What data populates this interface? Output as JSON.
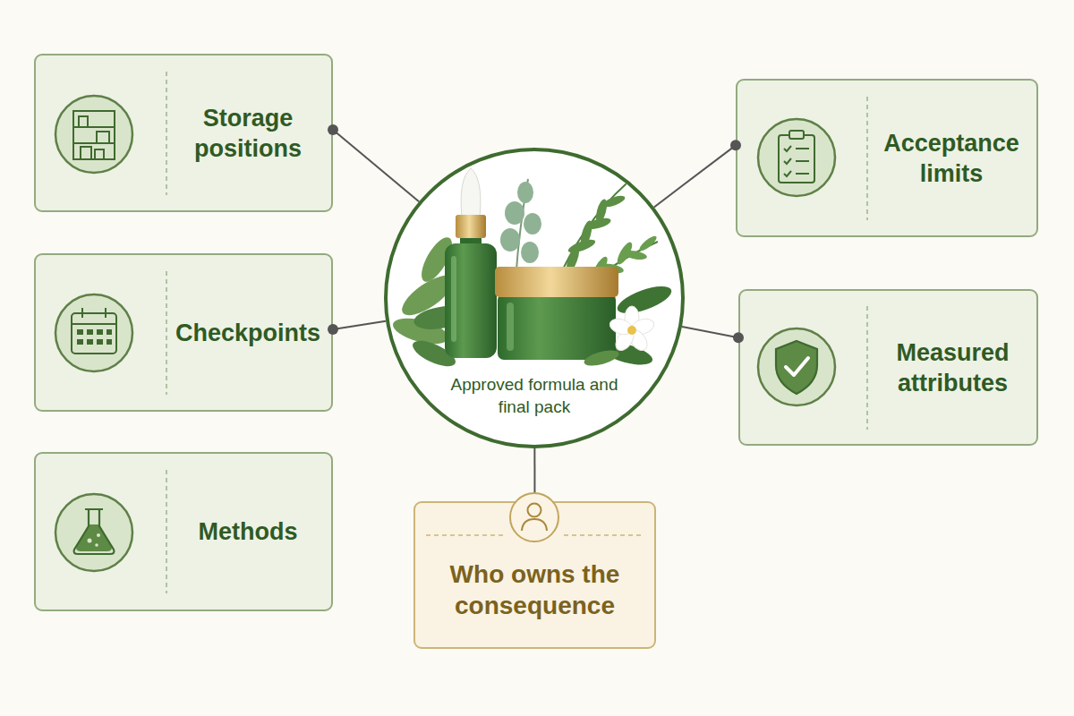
{
  "diagram": {
    "nodes": [
      {
        "text": [
          "Storage positions"
        ]
      },
      {
        "text": [
          "Checkpoints"
        ]
      },
      {
        "text": [
          "Methods"
        ]
      },
      {
        "text": [
          "Approved formula and final pack"
        ]
      },
      {
        "text": [
          "Acceptance limits"
        ]
      },
      {
        "text": [
          "Measured attributes"
        ]
      },
      {
        "text": [
          "Who owns the consequence"
        ]
      }
    ],
    "edges": [
      {
        "from": 3,
        "to": 0,
        "arrow": "none"
      },
      {
        "from": 3,
        "to": 1,
        "arrow": "none"
      },
      {
        "from": 3,
        "to": 4,
        "arrow": "none"
      },
      {
        "from": 3,
        "to": 5,
        "arrow": "none"
      },
      {
        "from": 3,
        "to": 6,
        "arrow": "none"
      }
    ]
  }
}
